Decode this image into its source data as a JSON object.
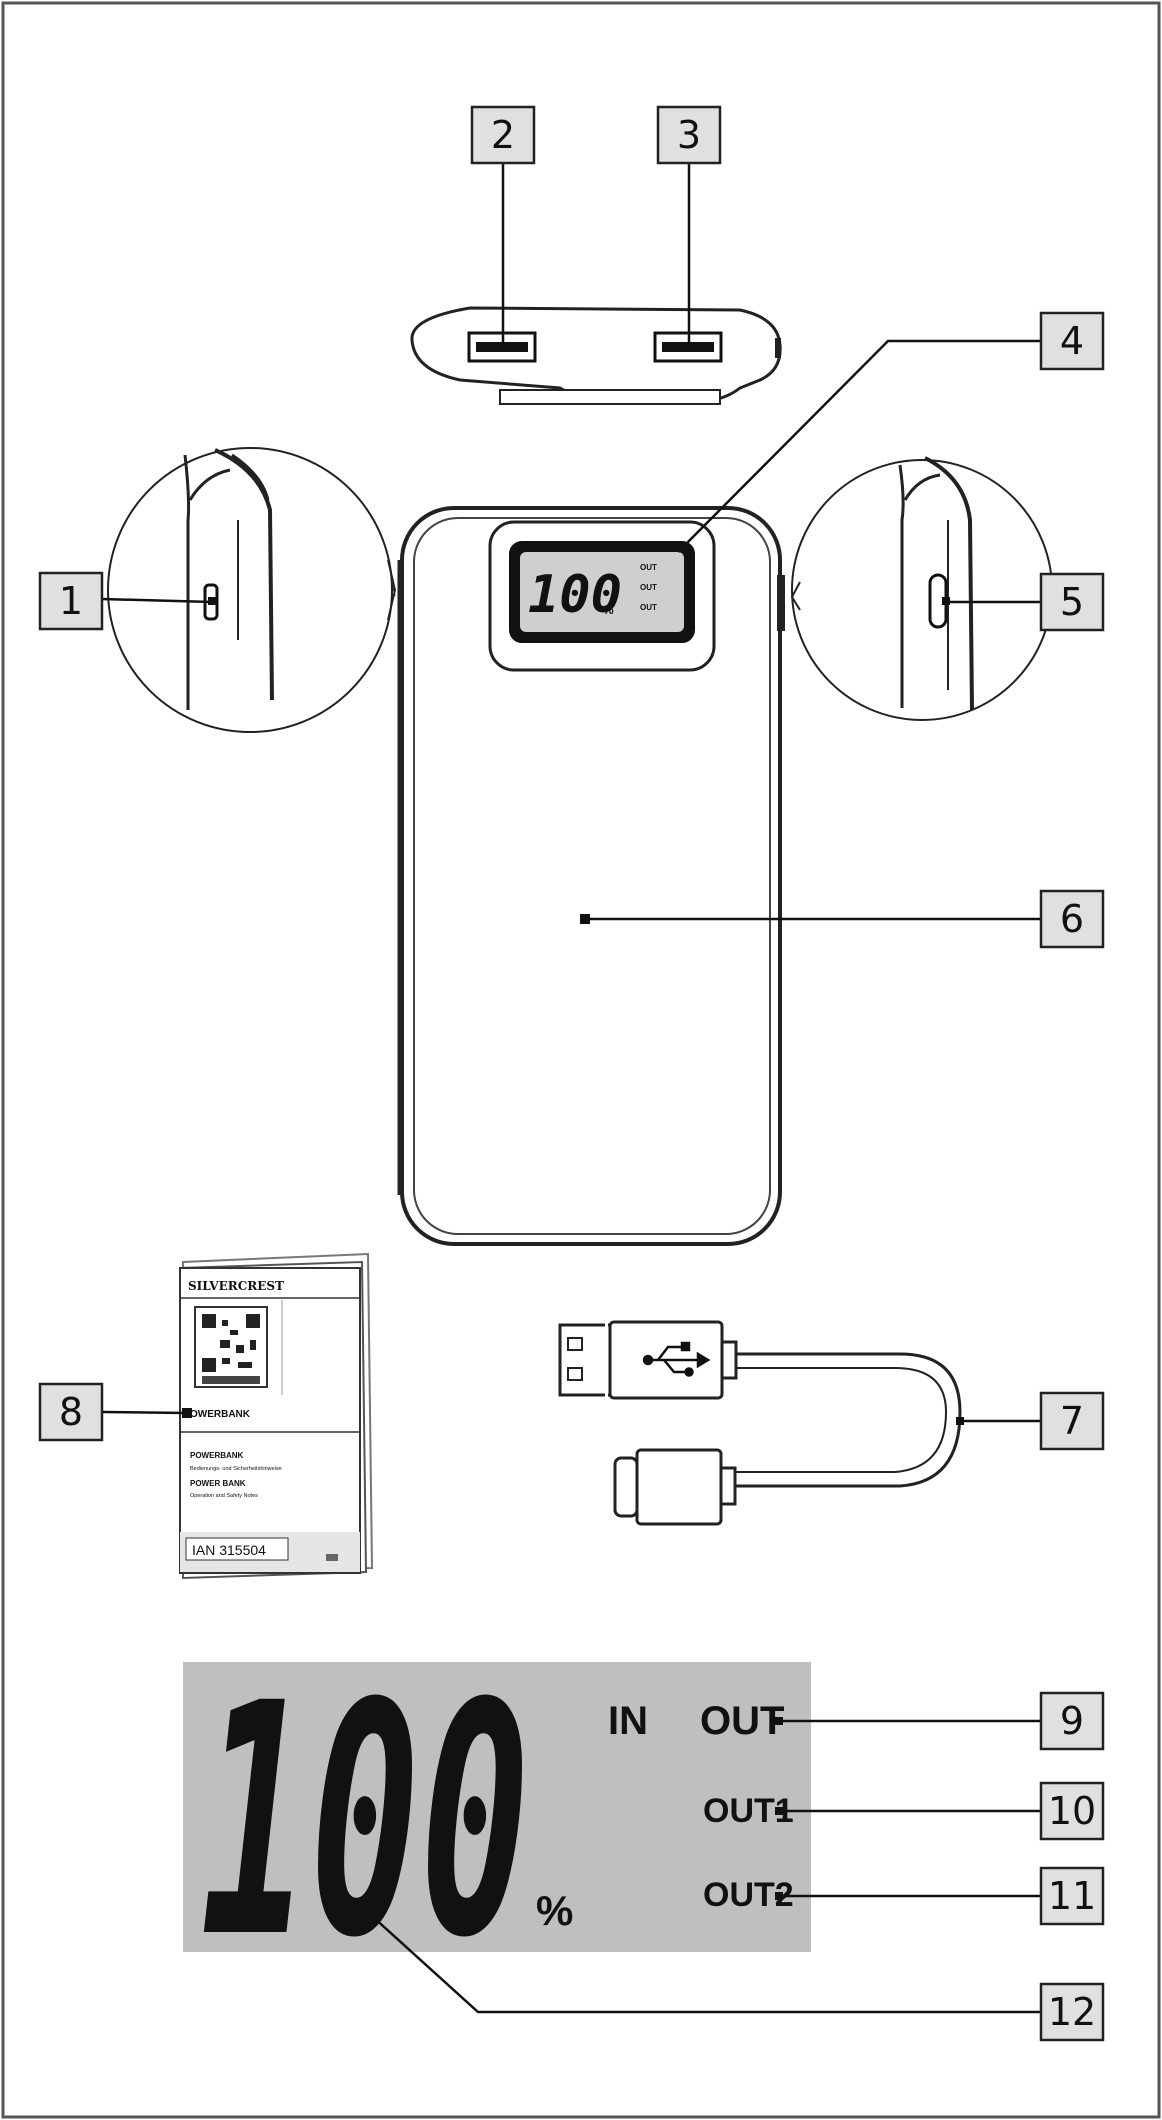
{
  "callouts": [
    "1",
    "2",
    "3",
    "4",
    "5",
    "6",
    "7",
    "8",
    "9",
    "10",
    "11",
    "12"
  ],
  "device_lcd": {
    "digits": "100",
    "percent": "%",
    "labels": [
      "OUT",
      "OUT",
      "OUT"
    ]
  },
  "manual": {
    "brand": "SILVERCREST",
    "title_main": "OWERBANK",
    "title_de": "POWERBANK",
    "subtitle_de": "Bedienungs- und Sicherheitshinweise",
    "title_en": "POWER BANK",
    "subtitle_en": "Operation and Safety Notes",
    "ian": "IAN 315504"
  },
  "lcd": {
    "digits": "100",
    "percent": "%",
    "in_label": "IN",
    "out_label": "OUT",
    "out1_label": "OUT1",
    "out2_label": "OUT2"
  }
}
